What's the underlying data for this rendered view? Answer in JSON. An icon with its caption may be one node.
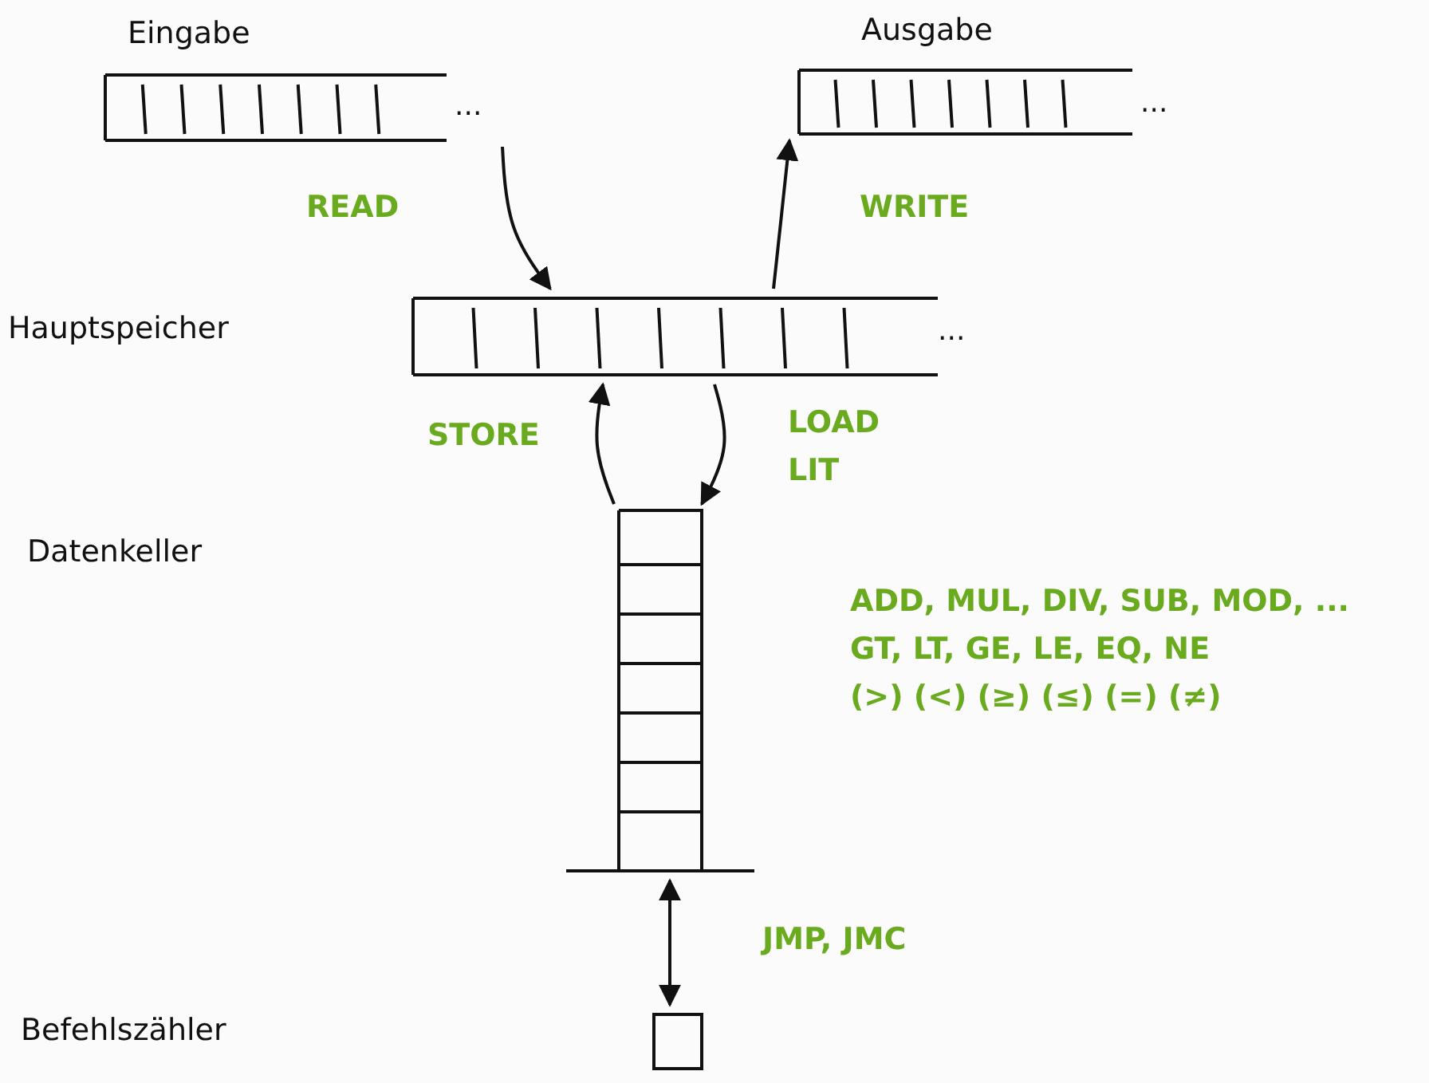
{
  "diagram": {
    "nodes": [
      {
        "text": [
          "Eingabe",
          "..."
        ]
      },
      {
        "text": [
          "Ausgabe",
          "..."
        ]
      },
      {
        "text": [
          "Hauptspeicher",
          "..."
        ]
      },
      {
        "text": [
          "Datenkeller"
        ]
      },
      {
        "text": [],
        "shape": "box"
      }
    ],
    "edges": [
      {
        "from": 0,
        "to": 2,
        "arrow": "to",
        "label": "READ"
      },
      {
        "from": 2,
        "to": 1,
        "arrow": "to",
        "label": "WRITE"
      },
      {
        "from": 3,
        "to": 2,
        "arrow": "to",
        "label": "STORE"
      },
      {
        "from": 2,
        "to": 3,
        "arrow": "to",
        "label": "LOAD LIT"
      },
      {
        "from": 3,
        "to": 4,
        "arrow": "both",
        "label": "JMP, JMC"
      }
    ],
    "labels": [
      "Befehlszähler",
      "ADD, MUL, DIV, SUB, MOD, ...",
      "GT, LT, GE, LE, EQ, NE",
      "(>) (<) (≥) (≤) (=) (≠)"
    ]
  }
}
